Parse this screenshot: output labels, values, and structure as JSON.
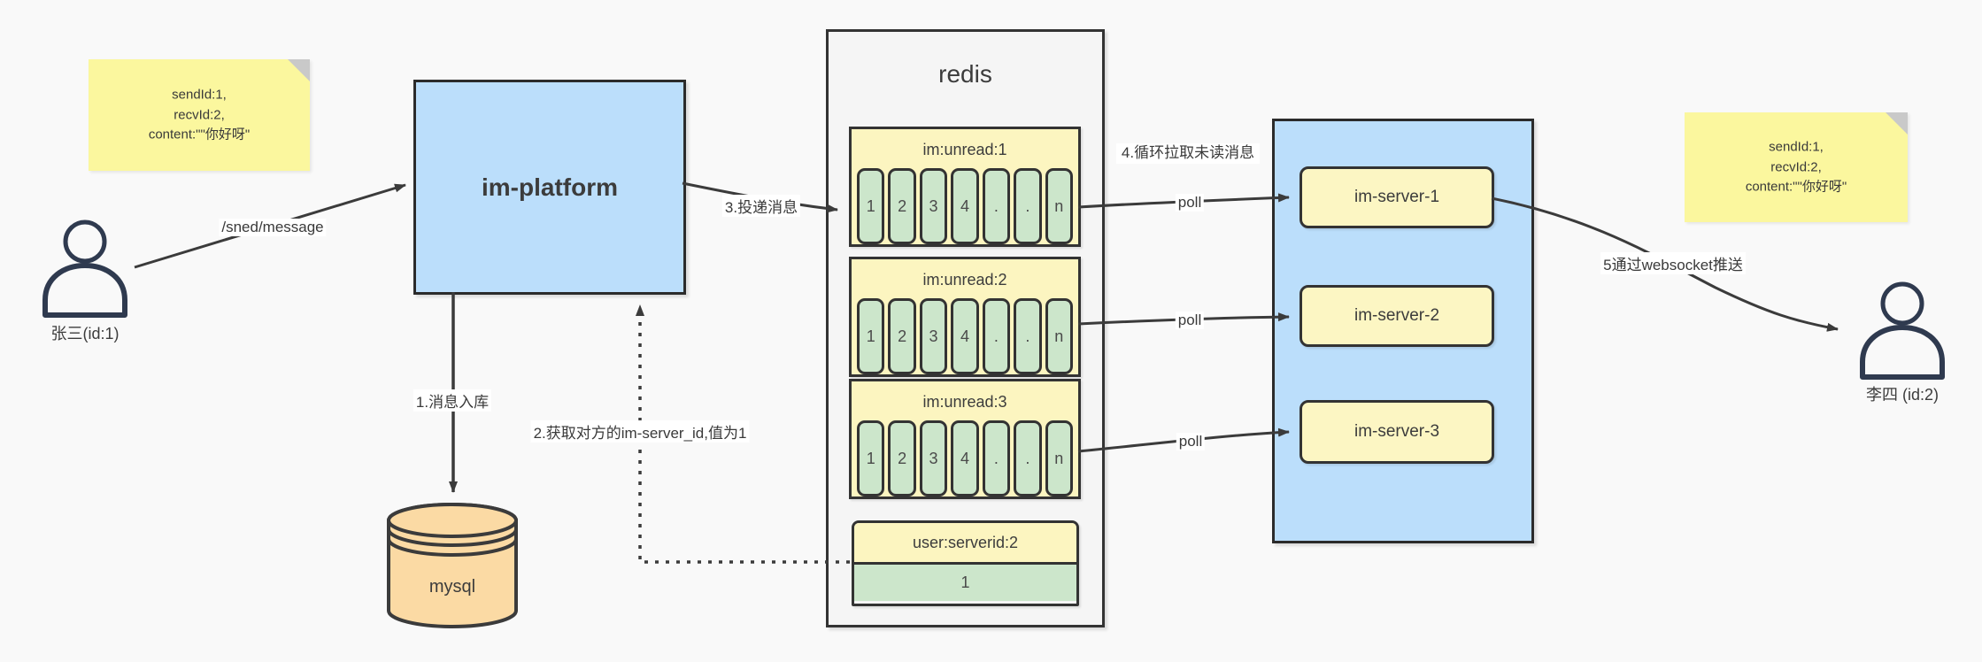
{
  "colors": {
    "accent_blue": "#BBDEFB",
    "panel_gray": "#F5F5F5",
    "note_yellow": "#FBF79E",
    "header_yellow": "#FCF5C0",
    "cell_green": "#CCE6CB",
    "db_orange": "#FBDAA4",
    "line_dark": "#3B3B3B"
  },
  "sticky_left": {
    "text": "sendId:1,\nrecvId:2,\ncontent:\"\"你好呀\""
  },
  "sticky_right": {
    "text": "sendId:1,\nrecvId:2,\ncontent:\"\"你好呀\""
  },
  "sender": {
    "label": "张三(id:1)"
  },
  "receiver": {
    "label": "李四 (id:2)"
  },
  "platform": {
    "title": "im-platform"
  },
  "database": {
    "title": "mysql"
  },
  "redis": {
    "title": "redis",
    "queues": [
      {
        "header": "im:unread:1",
        "cells": [
          "1",
          "2",
          "3",
          "4",
          ".",
          ".",
          "n"
        ]
      },
      {
        "header": "im:unread:2",
        "cells": [
          "1",
          "2",
          "3",
          "4",
          ".",
          ".",
          "n"
        ]
      },
      {
        "header": "im:unread:3",
        "cells": [
          "1",
          "2",
          "3",
          "4",
          ".",
          ".",
          "n"
        ]
      }
    ],
    "kv": {
      "header": "user:serverid:2",
      "value": "1"
    }
  },
  "server_cluster": {
    "servers": [
      {
        "label": "im-server-1"
      },
      {
        "label": "im-server-2"
      },
      {
        "label": "im-server-3"
      }
    ]
  },
  "labels": {
    "send_api": "/sned/message",
    "step1": "1.消息入库",
    "step2": "2.获取对方的im-server_id,值为1",
    "step3": "3.投递消息",
    "step4": "4.循环拉取未读消息",
    "step5": "5通过websocket推送",
    "poll": "poll"
  }
}
